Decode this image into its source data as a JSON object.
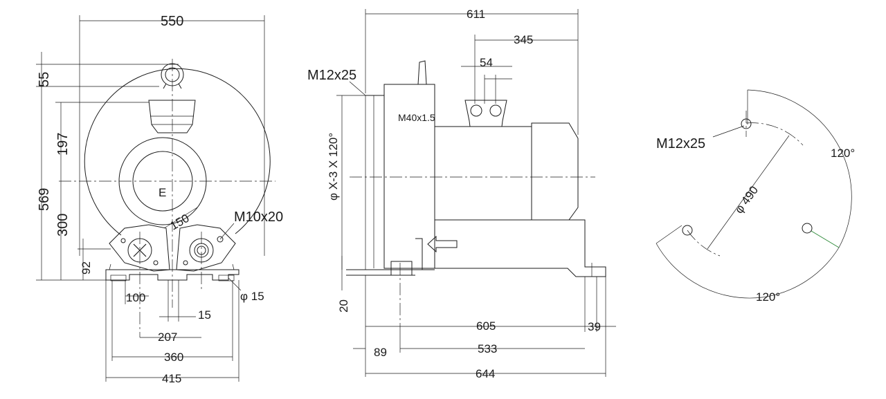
{
  "front_view": {
    "dims": {
      "width_550": "550",
      "h_55": "55",
      "h_197": "197",
      "h_569": "569",
      "h_300": "300",
      "h_92": "92",
      "d_150": "150",
      "d_100": "100",
      "d_15": "15",
      "d_207": "207",
      "d_360": "360",
      "d_415": "415"
    },
    "labels": {
      "thread_m10": "M10x20",
      "hole_phi": "φ 15",
      "center_mark": "E"
    }
  },
  "side_view": {
    "dims": {
      "d_611": "611",
      "d_345": "345",
      "d_54": "54",
      "d_605": "605",
      "d_39": "39",
      "d_89": "89",
      "d_533": "533",
      "d_644": "644",
      "d_20": "20"
    },
    "labels": {
      "thread_m12": "M12x25",
      "thread_m40": "M40x1.5",
      "phi_vertical": "φ X-3 X 120°"
    }
  },
  "flange_view": {
    "labels": {
      "thread_m12": "M12x25",
      "angle_top": "120°",
      "angle_bottom": "120°",
      "phi_490": "φ 490"
    }
  }
}
